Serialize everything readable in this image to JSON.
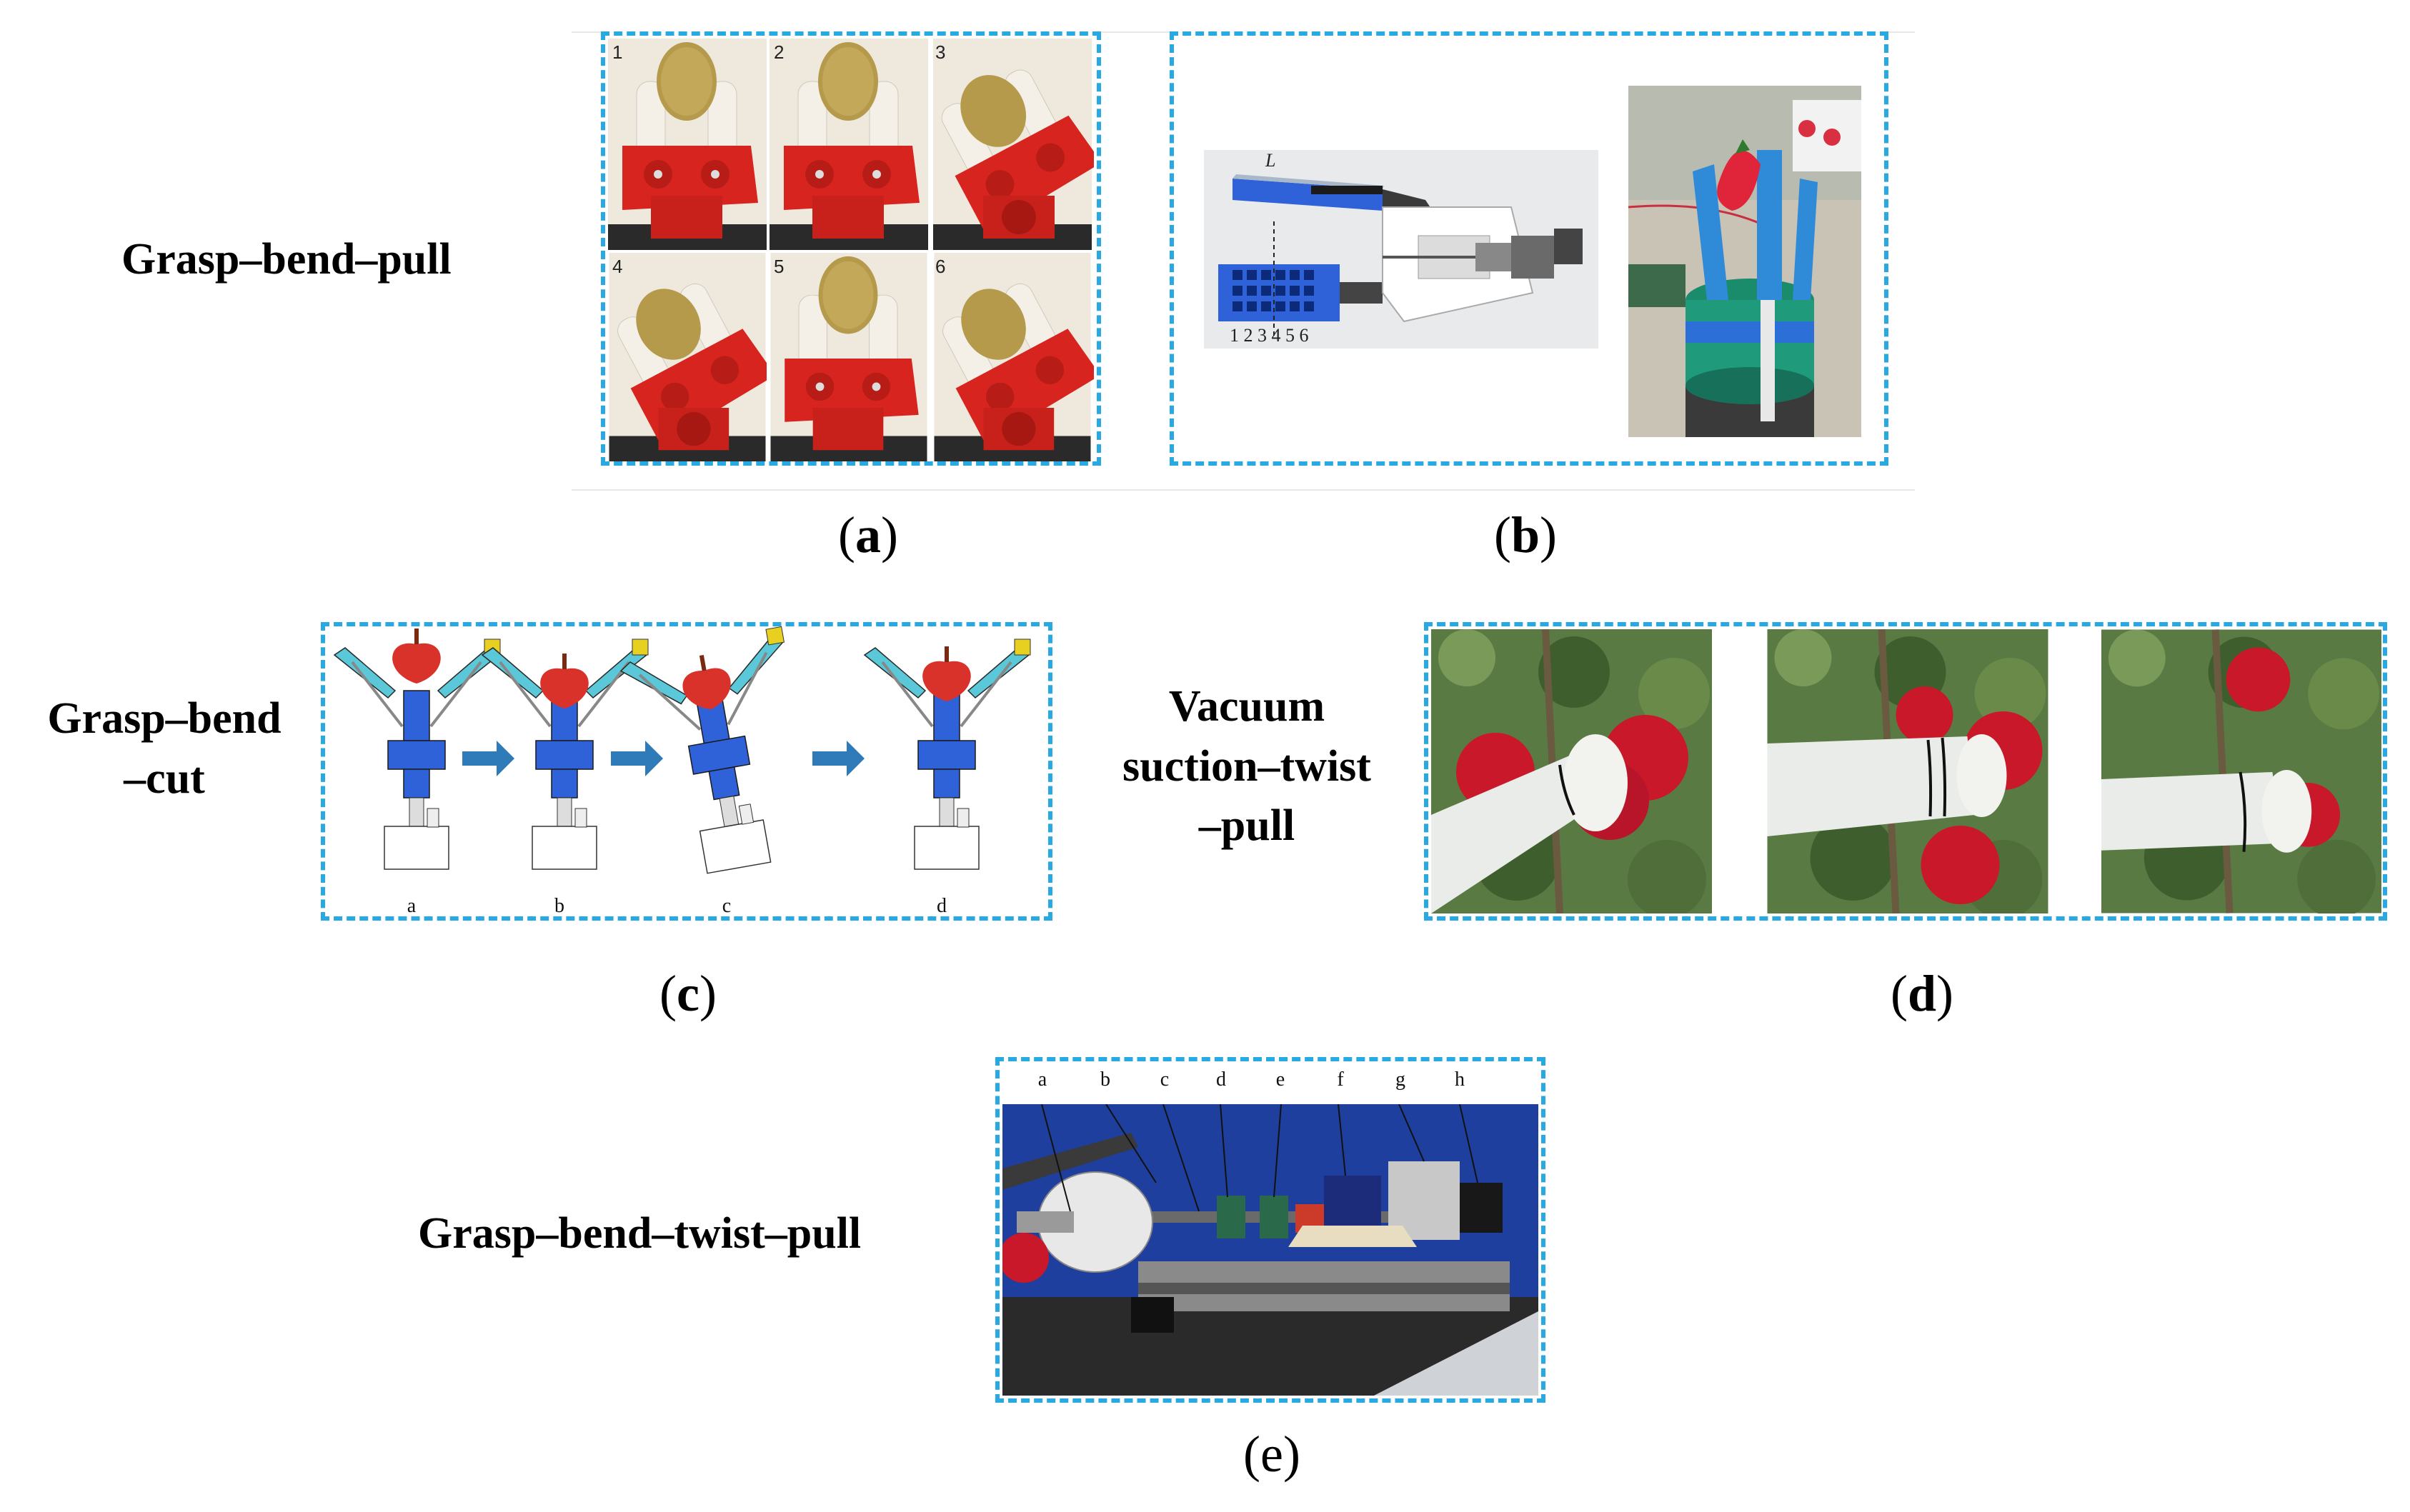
{
  "labels": {
    "a": "Grasp–bend–pull",
    "c_line1": "Grasp–bend",
    "c_line2": "–cut",
    "d_line1": "Vacuum",
    "d_line2": "suction–twist",
    "d_line3": "–pull",
    "e": "Grasp–bend–twist–pull"
  },
  "captions": {
    "a": "a",
    "b": "b",
    "c": "c",
    "d": "d",
    "e": "e"
  },
  "panel_a": {
    "frame_numbers": [
      "1",
      "2",
      "3",
      "4",
      "5",
      "6"
    ]
  },
  "panel_b": {
    "scale_numbers": "1 2 3 4 5 6",
    "axis_letter": "L"
  },
  "panel_c": {
    "stage_letters": [
      "a",
      "b",
      "c",
      "d"
    ]
  },
  "panel_e": {
    "part_letters": [
      "a",
      "b",
      "c",
      "d",
      "e",
      "f",
      "g",
      "h"
    ]
  },
  "colors": {
    "frame_dash": "#29a9e1",
    "gripper_blue": "#2f62d8",
    "arrow_blue": "#2f7ab8",
    "apple_red": "#d8322a",
    "kiwi": "#b49a4a",
    "strawberry": "#e0243a",
    "suction_tube": "#e9ece8",
    "backdrop_blue": "#1f3f9e",
    "foliage": "#4f6e3a"
  }
}
